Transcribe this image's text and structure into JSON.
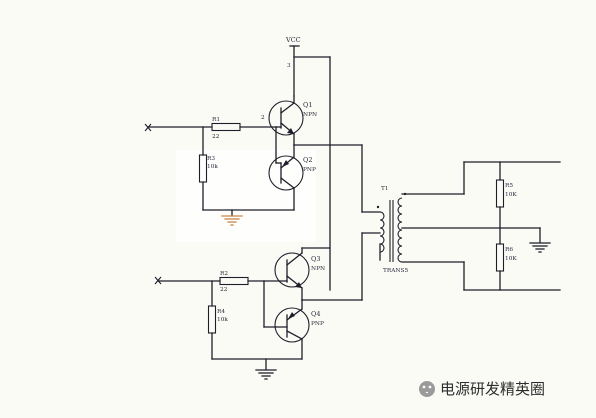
{
  "supply": {
    "label": "VCC"
  },
  "pins": {
    "q1_collector": "3",
    "q1_base": "2"
  },
  "transistors": [
    {
      "ref": "Q1",
      "type": "NPN"
    },
    {
      "ref": "Q2",
      "type": "PNP"
    },
    {
      "ref": "Q3",
      "type": "NPN"
    },
    {
      "ref": "Q4",
      "type": "PNP"
    }
  ],
  "resistors": [
    {
      "ref": "R1",
      "value": "22"
    },
    {
      "ref": "R2",
      "value": "22"
    },
    {
      "ref": "R3",
      "value": "10k"
    },
    {
      "ref": "R4",
      "value": "10k"
    },
    {
      "ref": "R5",
      "value": "10K"
    },
    {
      "ref": "R6",
      "value": "10K"
    }
  ],
  "transformer": {
    "ref": "T1",
    "part": "TRANS5"
  },
  "watermark": {
    "text": "电源研发精英圈"
  },
  "colors": {
    "wire": "#1e1e2a",
    "highlight_ground": "#c8864a",
    "background": "#fbfbf6"
  }
}
